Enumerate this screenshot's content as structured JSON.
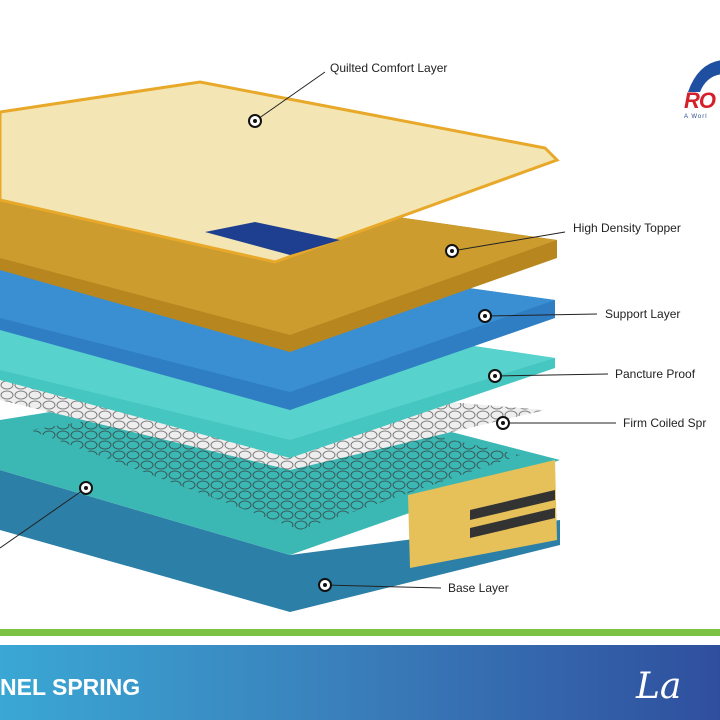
{
  "labels": {
    "quilted": "Quilted Comfort Layer",
    "topper": "High Density Topper",
    "support": "Support Layer",
    "puncture": "Pancture Proof",
    "coiled": "Firm Coiled  Spr",
    "base": "Base Layer"
  },
  "logo": {
    "name": "RO",
    "tagline": "A Worl"
  },
  "footer": {
    "title": "NEL SPRING",
    "script": "La"
  },
  "colors": {
    "quilted": "#f3e6b4",
    "topper": "#c9982b",
    "support": "#2f7ec4",
    "puncture": "#45c6c0",
    "spring_base": "#3bb8b4",
    "base": "#2c7fa6",
    "green": "#7cc242"
  }
}
